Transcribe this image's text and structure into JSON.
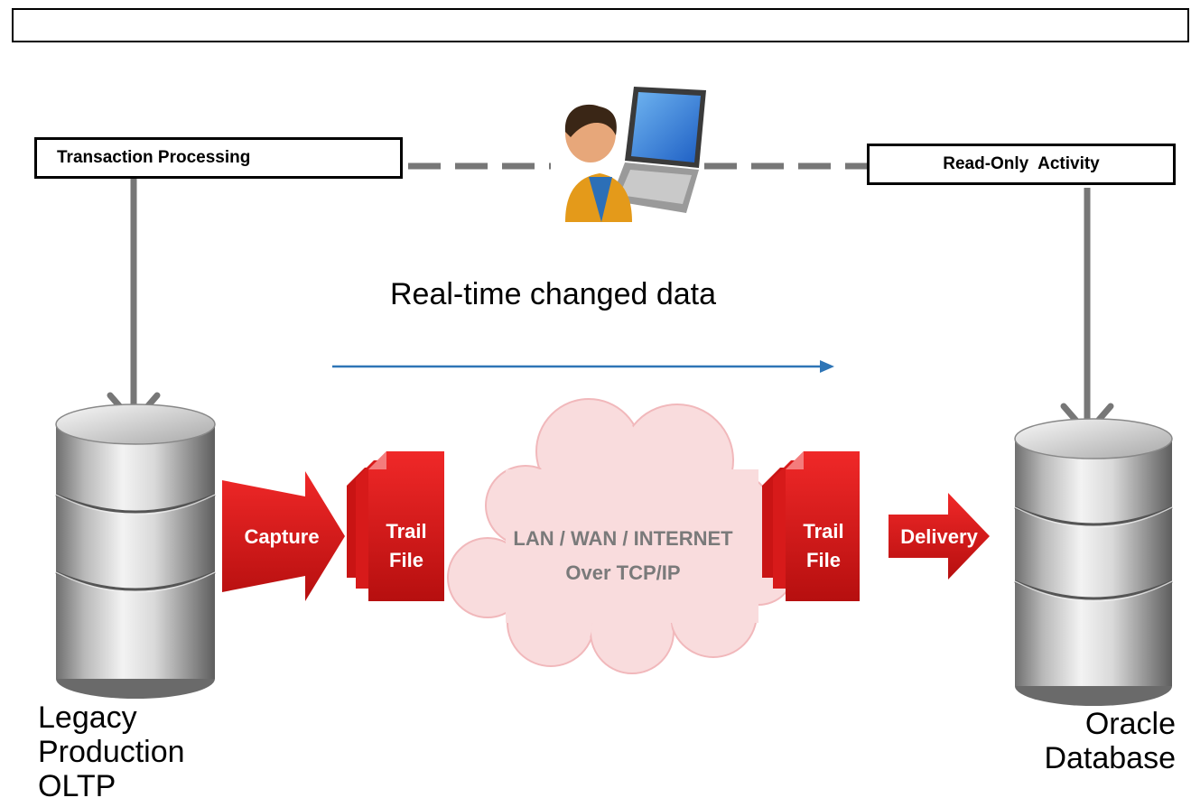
{
  "title_box": {
    "text": ""
  },
  "labels": {
    "transaction_processing": "Transaction Processing",
    "read_only_activity": "Read-Only  Activity",
    "realtime_changed_data": "Real-time changed data",
    "capture": "Capture",
    "trail_file_left_line1": "Trail",
    "trail_file_left_line2": "File",
    "network_line1": "LAN / WAN / INTERNET",
    "network_line2": "Over TCP/IP",
    "trail_file_right_line1": "Trail",
    "trail_file_right_line2": "File",
    "delivery": "Delivery",
    "source_db_line1": "Legacy",
    "source_db_line2": "Production",
    "source_db_line3": "OLTP",
    "target_db_line1": "Oracle",
    "target_db_line2": "Database"
  },
  "colors": {
    "arrow_gray": "#777777",
    "flow_arrow_blue": "#2E75B6",
    "capture_red": "#E31B1B",
    "cloud_fill": "#F9DCDD",
    "cloud_stroke": "#F1B8BB",
    "cloud_text": "#7A7A7A"
  },
  "icons": {
    "source_database": "database-cylinder-icon",
    "target_database": "database-cylinder-icon",
    "user": "user-laptop-icon",
    "network": "cloud-icon",
    "trail_file": "document-stack-icon"
  }
}
